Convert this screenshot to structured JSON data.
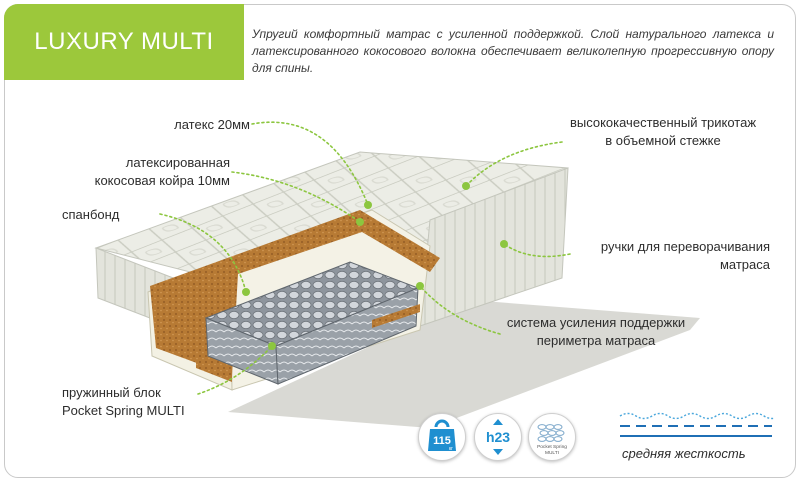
{
  "product": {
    "title": "LUXURY MULTI",
    "description": "Упругий комфортный матрас с усиленной поддержкой. Слой натурального латекса и латексированного кокосового волокна обеспечивает великолепную прогрессивную опору для спины."
  },
  "labels": {
    "latex": "латекс 20мм",
    "coir_1": "латексированная",
    "coir_2": "кокосовая койра 10мм",
    "spunbond": "спанбонд",
    "spring_1": "пружинный блок",
    "spring_2": "Pocket Spring MULTI",
    "knit_1": "высококачественный трикотаж",
    "knit_2": "в объемной стежке",
    "handles_1": "ручки для переворачивания",
    "handles_2": "матраса",
    "perimeter_1": "система усиления поддержки",
    "perimeter_2": "периметра матраса"
  },
  "badges": {
    "weight": "115",
    "weight_unit": "кг",
    "height": "h23",
    "spring_1": "Pocket Spring",
    "spring_2": "MULTI"
  },
  "firmness": {
    "label": "средняя жесткость"
  },
  "colors": {
    "accent": "#9cc83b",
    "badge_blue": "#1f8fd0",
    "wave_blue": "#4aa7dc"
  },
  "icons": [
    "weight-icon",
    "height-icon",
    "pocket-spring-icon",
    "firmness-wave-icon"
  ]
}
